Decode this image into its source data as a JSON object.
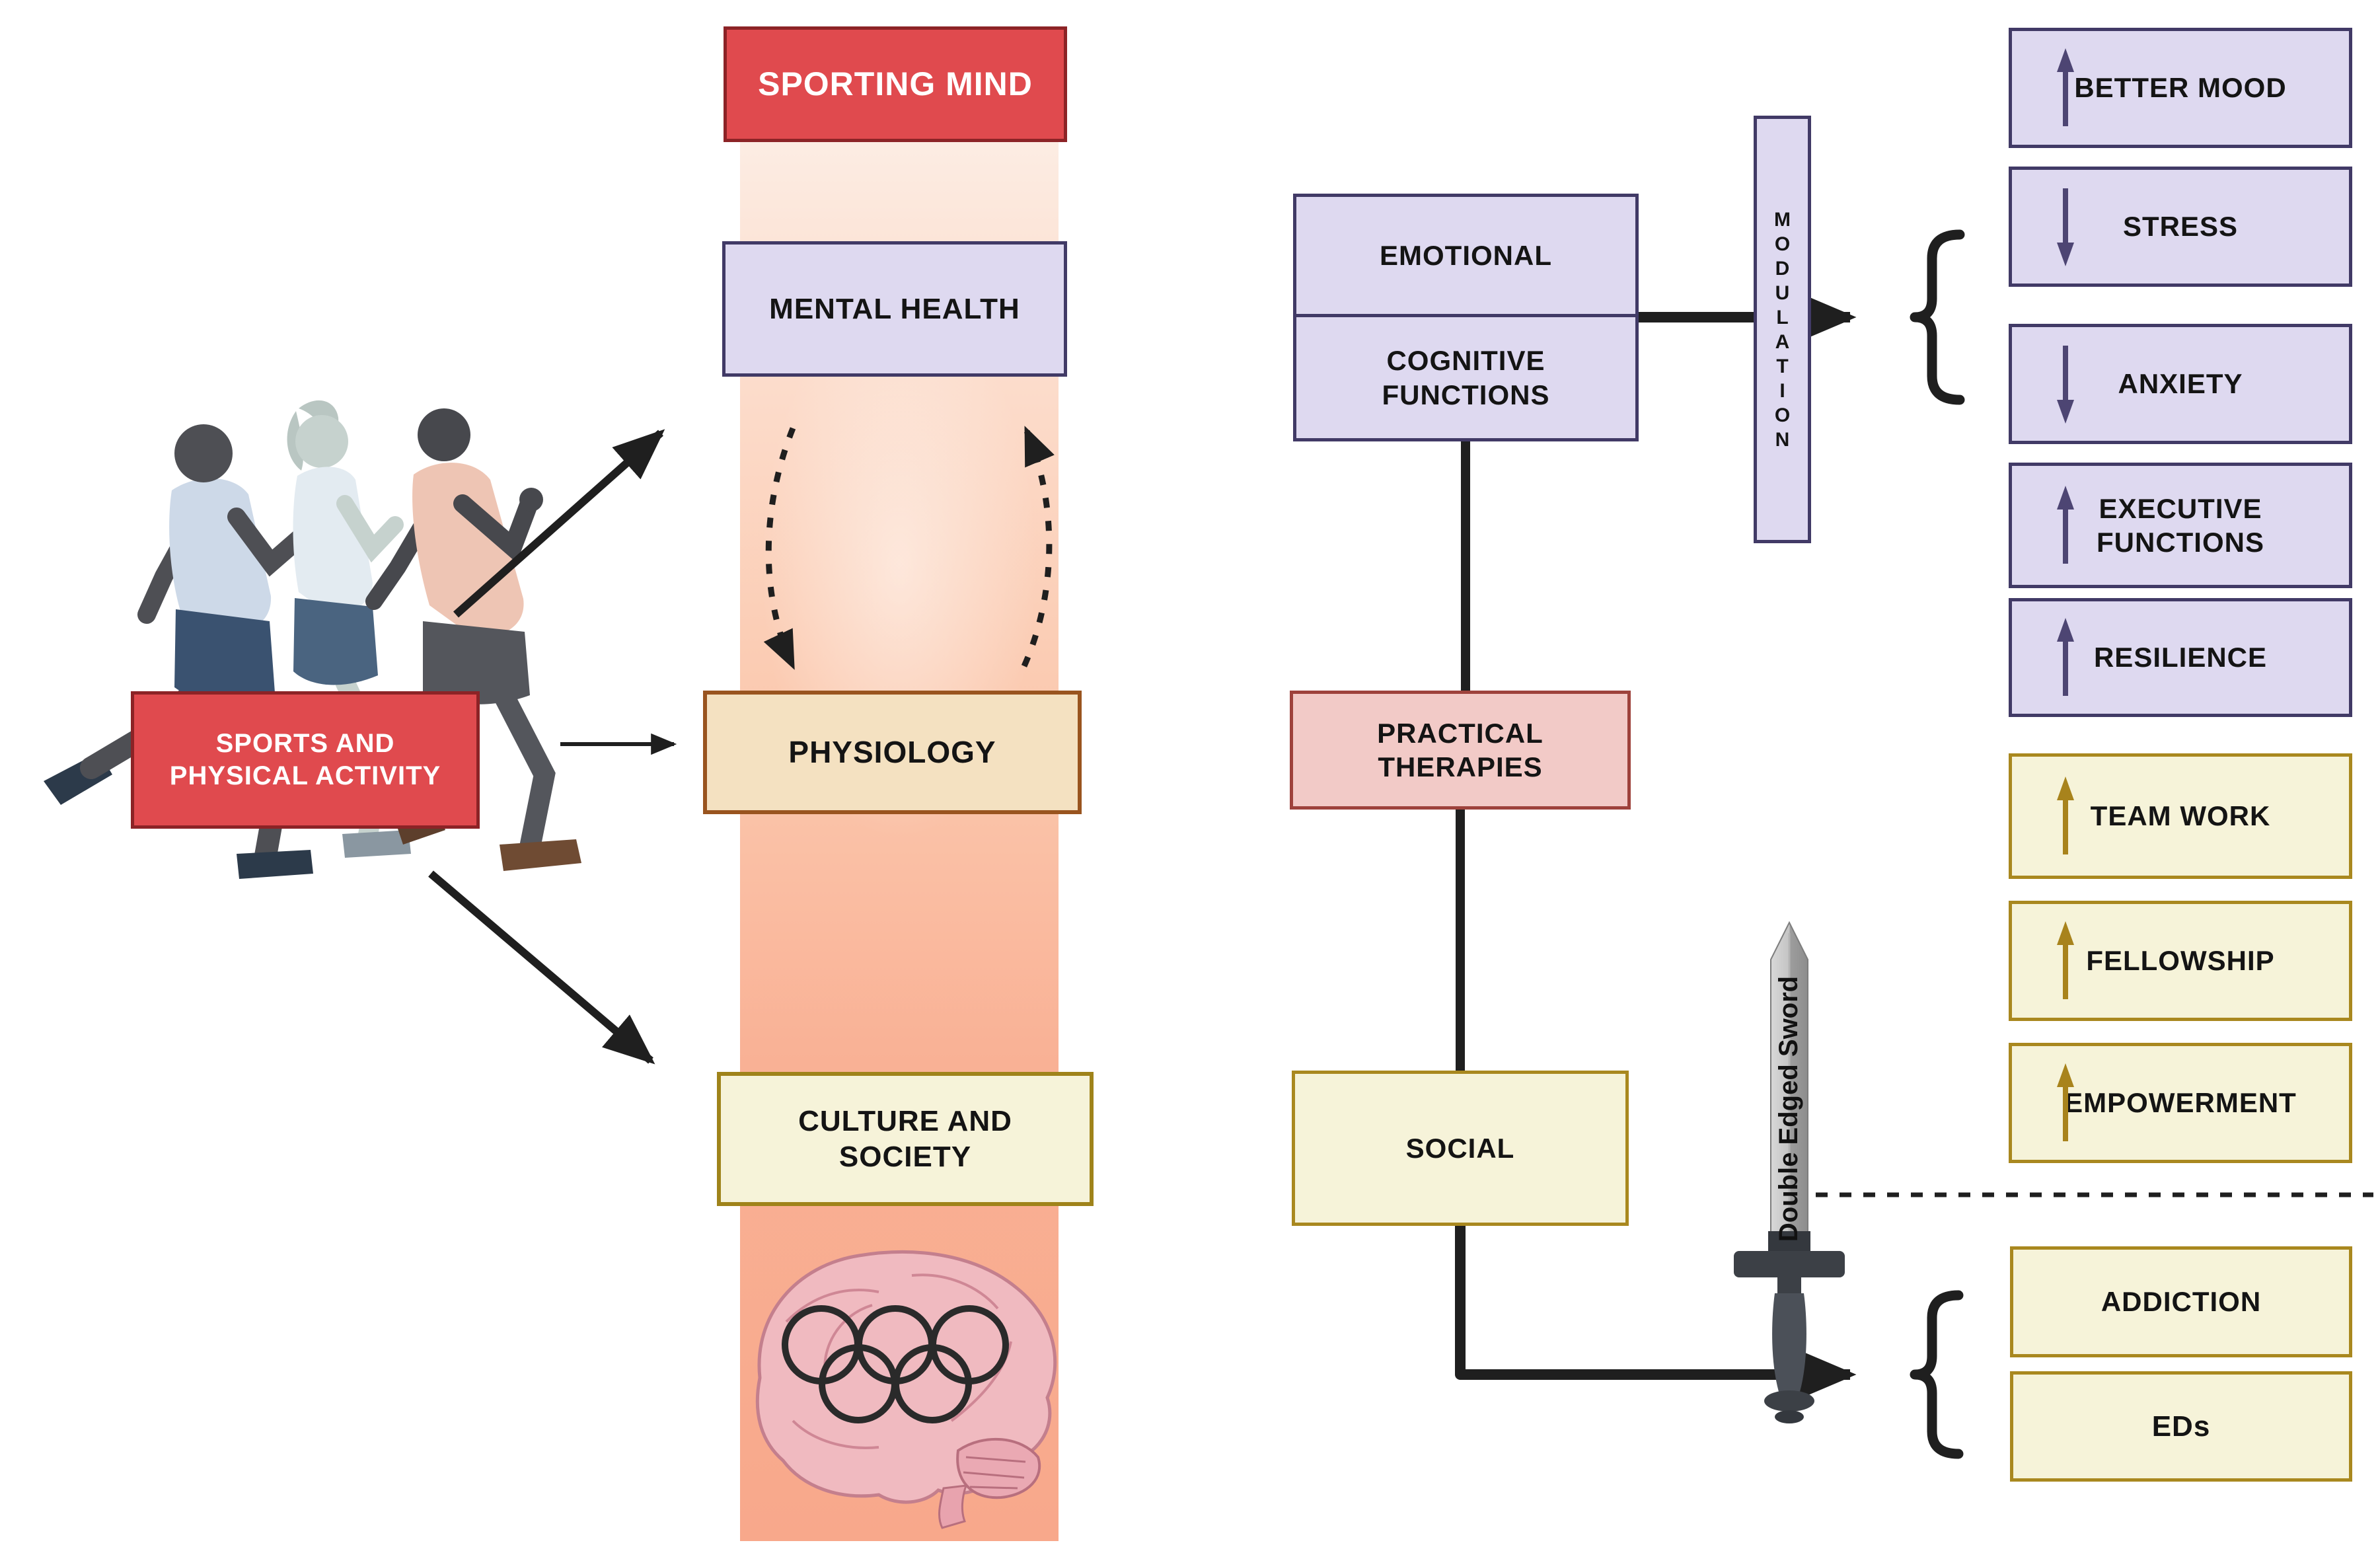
{
  "figure": {
    "header": {
      "label": "SPORTING MIND"
    },
    "source": {
      "label": "SPORTS AND PHYSICAL ACTIVITY"
    },
    "pillars": {
      "mental_health": "MENTAL HEALTH",
      "physiology": "PHYSIOLOGY",
      "culture_society": "CULTURE AND SOCIETY"
    },
    "pathway": {
      "emotional": "EMOTIONAL",
      "cognitive": "COGNITIVE FUNCTIONS",
      "modulation": "MODULATION",
      "modulation_vertical": "M\nO\nD\nU\nL\nA\nT\nI\nO\nN",
      "practical": "PRACTICAL THERAPIES",
      "social": "SOCIAL"
    },
    "mental_outcomes": [
      {
        "label": "BETTER MOOD",
        "direction": "up"
      },
      {
        "label": "STRESS",
        "direction": "down"
      },
      {
        "label": "ANXIETY",
        "direction": "down"
      },
      {
        "label": "EXECUTIVE FUNCTIONS",
        "direction": "up"
      },
      {
        "label": "RESILIENCE",
        "direction": "up"
      }
    ],
    "social_outcomes_positive": [
      {
        "label": "TEAM WORK",
        "direction": "up"
      },
      {
        "label": "FELLOWSHIP",
        "direction": "up"
      },
      {
        "label": "EMPOWERMENT",
        "direction": "up"
      }
    ],
    "social_outcomes_negative": [
      {
        "label": "ADDICTION"
      },
      {
        "label": "EDs"
      }
    ],
    "sword": {
      "label": "Double Edged Sword"
    },
    "colors": {
      "red_fill": "#e04a4e",
      "red_border": "#8c2326",
      "purple_fill": "#ded9f0",
      "purple_border": "#413a66",
      "purple_arrow": "#4d4573",
      "tan_fill": "#f4e1c1",
      "tan_border": "#99541f",
      "cream_fill": "#f6f3d9",
      "gold_border": "#a9881f",
      "gold_arrow": "#a8831c",
      "pink_fill": "#f2cac7",
      "pink_border": "#9e423c",
      "line": "#1f1f1f"
    }
  }
}
